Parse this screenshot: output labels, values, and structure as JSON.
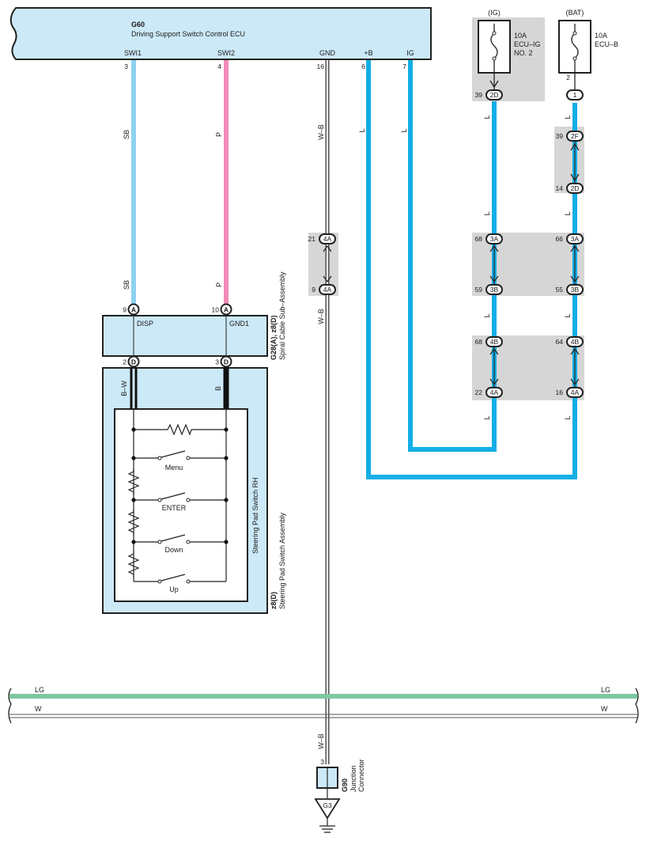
{
  "ecu": {
    "code": "G60",
    "name": "Driving Support Switch Control ECU",
    "terminals": {
      "swi1": {
        "name": "SWI1",
        "pin": "3"
      },
      "swi2": {
        "name": "SWI2",
        "pin": "4"
      },
      "gnd": {
        "name": "GND",
        "pin": "16"
      },
      "plus_b": {
        "name": "+B",
        "pin": "6"
      },
      "ig": {
        "name": "IG",
        "pin": "7"
      }
    }
  },
  "fuses": {
    "ig": {
      "source": "(IG)",
      "rating": "10A",
      "name_line1": "ECU–IG",
      "name_line2": "NO. 2"
    },
    "bat": {
      "source": "(BAT)",
      "rating": "10A",
      "name_line1": "ECU–B"
    }
  },
  "wire_colors": {
    "SB": "#8fd0f0",
    "P": "#f08bb8",
    "L": "#13aee6",
    "LG": "#7ec8a0",
    "W_B": "#555555",
    "B": "#111111",
    "connector_fill": "#cce9f7",
    "gray_box": "#d6d6d6"
  },
  "wires": {
    "sb": "SB",
    "p": "P",
    "wb": "W–B",
    "l": "L",
    "bw": "B–W",
    "b": "B",
    "lg": "LG",
    "w": "W"
  },
  "connectors": {
    "ig_2d": {
      "pin": "39",
      "code": "2D"
    },
    "bat_1": {
      "pin": "2",
      "code": "1"
    },
    "bat_2f": {
      "pin": "39",
      "code": "2F"
    },
    "bat_2d": {
      "pin": "14",
      "code": "2D"
    },
    "ig_3a": {
      "pin": "68",
      "code": "3A"
    },
    "bat_3a": {
      "pin": "66",
      "code": "3A"
    },
    "ig_3b": {
      "pin": "59",
      "code": "3B"
    },
    "bat_3b": {
      "pin": "55",
      "code": "3B"
    },
    "ig_4b": {
      "pin": "68",
      "code": "4B"
    },
    "bat_4b": {
      "pin": "64",
      "code": "4B"
    },
    "ig_4a": {
      "pin": "22",
      "code": "4A"
    },
    "bat_4a": {
      "pin": "16",
      "code": "4A"
    },
    "gnd_4a_top": {
      "pin": "21",
      "code": "4A"
    },
    "gnd_4a_bot": {
      "pin": "9",
      "code": "4A"
    }
  },
  "spiral": {
    "code": "G28(A), z8(D)",
    "name": "Spiral Cable Sub–Assembly",
    "disp": {
      "name": "DISP",
      "pin_a": "9",
      "pin_d": "2",
      "code_a": "A",
      "code_d": "D"
    },
    "gnd1": {
      "name": "GND1",
      "pin_a": "10",
      "pin_d": "3",
      "code_a": "A",
      "code_d": "D"
    }
  },
  "steering": {
    "code": "z8(D)",
    "name": "Steering Pad Switch Assembly",
    "inner_name": "Steering Pad Switch RH",
    "switches": [
      "Menu",
      "ENTER",
      "Down",
      "Up"
    ]
  },
  "junction": {
    "code": "G90",
    "name_line1": "Junction",
    "name_line2": "Connector",
    "pin": "3"
  },
  "ground": {
    "label": "G3"
  }
}
